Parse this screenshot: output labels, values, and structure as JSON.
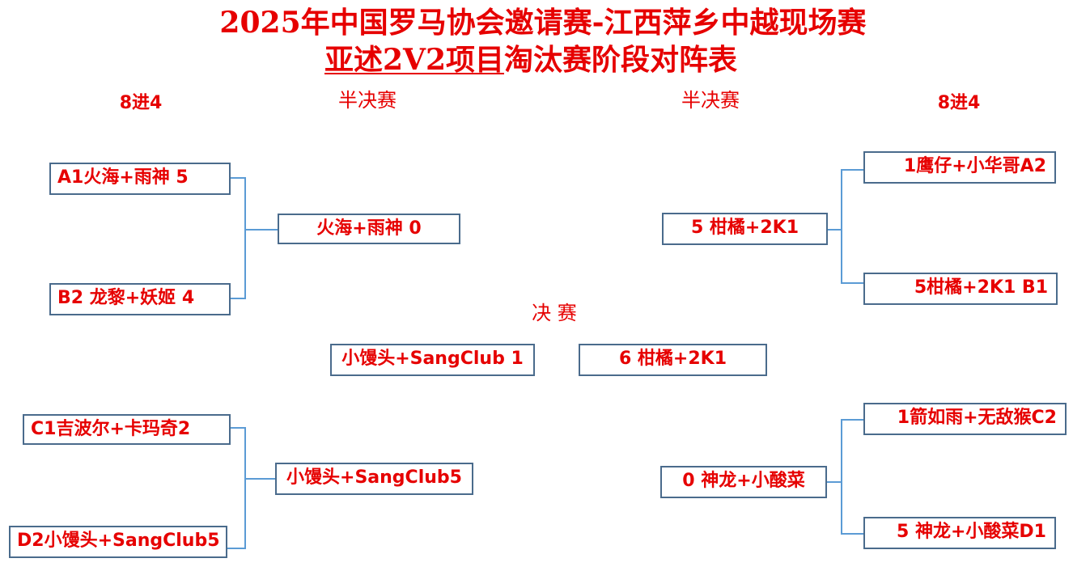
{
  "title": {
    "line1": "2025年中国罗马协会邀请赛-江西萍乡中越现场赛",
    "line2_underlined": "亚述2V2项目",
    "line2_rest": "淘汰赛阶段对阵表"
  },
  "rounds": {
    "left_qf": "8进4",
    "left_sf": "半决赛",
    "right_sf": "半决赛",
    "right_qf": "8进4",
    "final": "决 赛"
  },
  "teams": {
    "a1": "A1火海+雨神 5",
    "b2": "B2 龙黎+妖姬 4",
    "c1": "C1吉波尔+卡玛奇2",
    "d2": "D2小馒头+SangClub5",
    "a2": "1鹰仔+小华哥A2",
    "b1": "5柑橘+2K1 B1",
    "c2": "1箭如雨+无敌猴C2",
    "d1": "5 神龙+小酸菜D1"
  },
  "semifinals": {
    "left_top": "火海+雨神 0",
    "left_bottom": "小馒头+SangClub5",
    "right_top": "5 柑橘+2K1",
    "right_bottom": "0 神龙+小酸菜"
  },
  "final": {
    "left": "小馒头+SangClub 1",
    "right": "6 柑橘+2K1"
  },
  "colors": {
    "text": "#e60000",
    "box_border": "#4a6b8c",
    "connector": "#5b9bd5"
  }
}
